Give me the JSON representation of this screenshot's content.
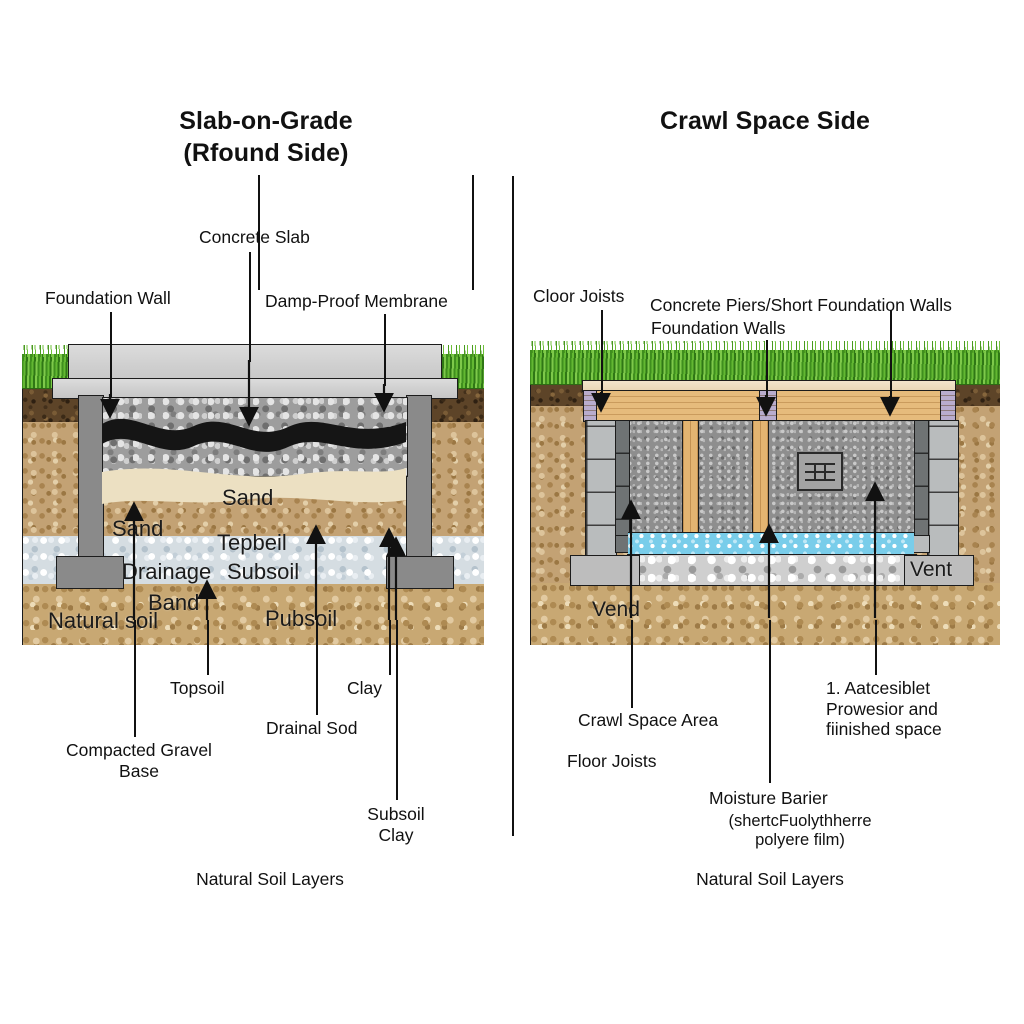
{
  "diagram": {
    "left_panel": {
      "title": "Slab-on-Grade",
      "subtitle": "(Rfound Side)",
      "caption": "Natural Soil Layers",
      "callouts": [
        {
          "text": "Concrete Slab"
        },
        {
          "text": "Foundation Wall"
        },
        {
          "text": "Damp-Proof Membrane"
        },
        {
          "text": "Topsoil"
        },
        {
          "text": "Clay"
        },
        {
          "text": "Drainal Sod"
        },
        {
          "text": "Compacted Gravel\nBase"
        },
        {
          "text": "Subsoil\nClay"
        }
      ],
      "inline_labels": [
        {
          "text": "Sand"
        },
        {
          "text": "Sand"
        },
        {
          "text": "Tepbeil"
        },
        {
          "text": "Drainage"
        },
        {
          "text": "Subsoil"
        },
        {
          "text": "Band"
        },
        {
          "text": "Natural soil"
        },
        {
          "text": "Pubsoil"
        }
      ]
    },
    "right_panel": {
      "title": "Crawl Space Side",
      "caption": "Natural Soil Layers",
      "callouts": [
        {
          "text": "Cloor Joists"
        },
        {
          "text": "Concrete Piers/Short Foundation Walls"
        },
        {
          "text": "Foundation Walls"
        },
        {
          "text": "Crawl Space Area"
        },
        {
          "text": "Floor Joists"
        },
        {
          "text": "Moisture Barier"
        },
        {
          "text": "(shertcFuolythherre\npolyere film)"
        },
        {
          "text": "1. Aatcesiblet\nProwesior and\nfiinished space"
        }
      ],
      "inline_labels": [
        {
          "text": "Vend"
        },
        {
          "text": "Vent"
        }
      ]
    },
    "colors": {
      "grass": "#4f9e23",
      "topsoil": "#5d4428",
      "subsoil_tan": "#c3a274",
      "drainage": "#d5dde2",
      "sand": "#ece0c2",
      "gravel": "#9d9d9d",
      "concrete": "#d2d2d2",
      "wall_grey": "#8a8a8a",
      "wood": "#e3b471",
      "moisture_barrier": "#79cdea",
      "block": "#b9bcbd",
      "line": "#111111"
    }
  }
}
